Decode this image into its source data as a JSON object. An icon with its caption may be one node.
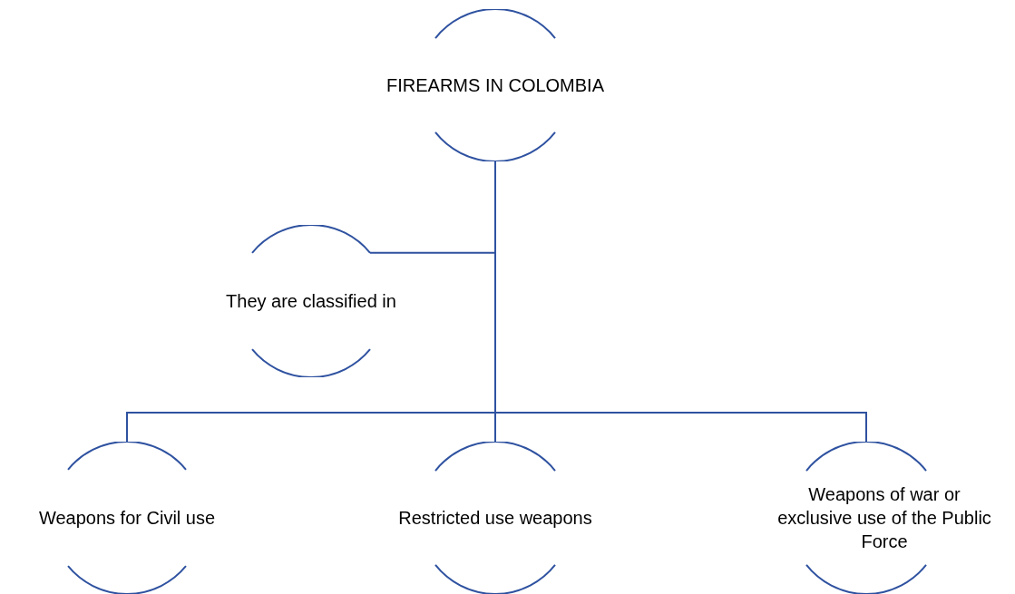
{
  "diagram": {
    "nodes": [
      {
        "text": [
          "FIREARMS IN COLOMBIA"
        ]
      },
      {
        "text": [
          "They are classified in"
        ]
      },
      {
        "text": [
          "Weapons for Civil use"
        ]
      },
      {
        "text": [
          "Restricted use weapons"
        ]
      },
      {
        "text": [
          "Weapons of war or exclusive use of the Public Force"
        ]
      }
    ],
    "edges": [
      {
        "from": 0,
        "to": 1,
        "arrow": "none"
      },
      {
        "from": 0,
        "to": 2,
        "arrow": "none"
      },
      {
        "from": 0,
        "to": 3,
        "arrow": "none"
      },
      {
        "from": 0,
        "to": 4,
        "arrow": "none"
      }
    ]
  }
}
